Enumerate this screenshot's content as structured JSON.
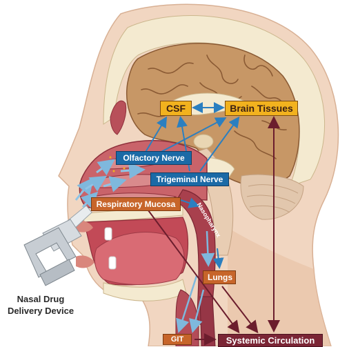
{
  "labels": {
    "csf": "CSF",
    "brain_tissues": "Brain Tissues",
    "olfactory_nerve": "Olfactory Nerve",
    "trigeminal_nerve": "Trigeminal Nerve",
    "respiratory_mucosa": "Respiratory Mucosa",
    "nasopharynx": "Nasopharynx",
    "lungs": "Lungs",
    "git": "GIT",
    "systemic_circulation": "Systemic Circulation",
    "device_line1": "Nasal Drug",
    "device_line2": "Delivery Device"
  },
  "colors": {
    "skin": "#f1d6c1",
    "skin_shade": "#e7bfa3",
    "brain": "#c79766",
    "brain_fold": "#8a5a34",
    "bone": "#f4ead0",
    "tissue": "#b8505a",
    "tissue_dark": "#8e2f3b",
    "arrow_blue": "#2b7fc0",
    "arrow_light": "#8fc4e6",
    "arrow_maroon": "#6b1d2d",
    "label_gold": "#f2b21e",
    "label_blue": "#1b6aa6",
    "label_orange": "#c7652a",
    "label_maroon": "#7b2535"
  }
}
